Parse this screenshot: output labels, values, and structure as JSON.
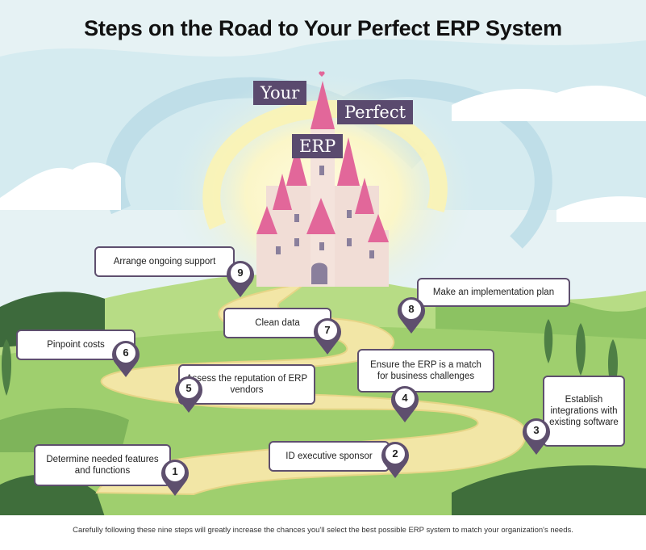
{
  "title": "Steps on the Road to Your Perfect ERP System",
  "castle_labels": {
    "your": "Your",
    "perfect": "Perfect",
    "erp": "ERP"
  },
  "steps": [
    {
      "number": "1",
      "text": "Determine needed features and functions"
    },
    {
      "number": "2",
      "text": "ID executive sponsor"
    },
    {
      "number": "3",
      "text": "Establish integrations with existing software"
    },
    {
      "number": "4",
      "text": "Ensure the ERP is a match for business challenges"
    },
    {
      "number": "5",
      "text": "Assess the reputation of ERP vendors"
    },
    {
      "number": "6",
      "text": "Pinpoint costs"
    },
    {
      "number": "7",
      "text": "Clean data"
    },
    {
      "number": "8",
      "text": "Make an implementation plan"
    },
    {
      "number": "9",
      "text": "Arrange ongoing support"
    }
  ],
  "footer": "Carefully following these nine steps will greatly increase the chances you'll select the best possible ERP system to match your organization's needs.",
  "colors": {
    "pin": "#5e4f6e",
    "label_bg": "#5a4a6e",
    "road": "#f2e6a6",
    "grass": "#9fcf6e"
  }
}
